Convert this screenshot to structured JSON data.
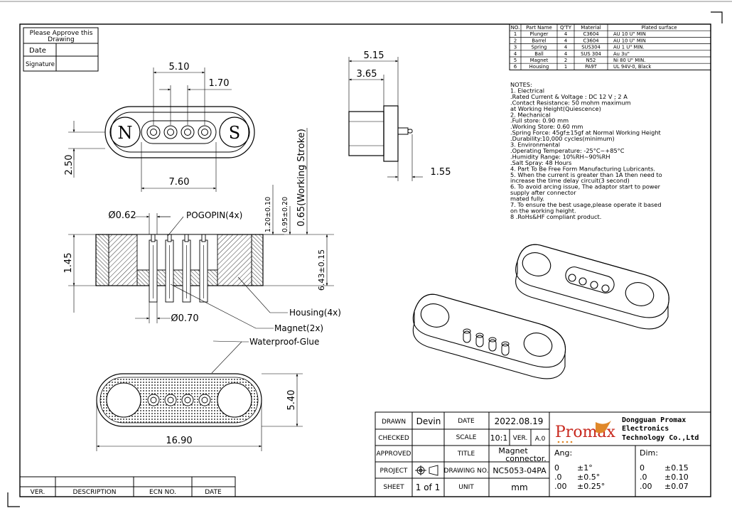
{
  "approve_box": {
    "title": "Please Approve this Drawing",
    "date_label": "Date",
    "signature_label": "Signature"
  },
  "parts_table": {
    "headers": [
      "NO.",
      "Part Name",
      "Q'TY",
      "Material",
      "Plated surface"
    ],
    "rows": [
      [
        "1",
        "Plunger",
        "4",
        "C3604",
        "AU 10 U\" MIN"
      ],
      [
        "2",
        "Barrel",
        "4",
        "C3604",
        "AU 10 U\" MIN"
      ],
      [
        "3",
        "Spring",
        "4",
        "SUS304",
        "AU 1 U\" MIN."
      ],
      [
        "4",
        "Ball",
        "4",
        "SUS 304",
        "Au 3u\""
      ],
      [
        "5",
        "Magnet",
        "2",
        "N52",
        "Ni 80 U\" MIN."
      ],
      [
        "6",
        "Housing",
        "1",
        "PA9T",
        "UL 94V-0, Black"
      ]
    ]
  },
  "notes": [
    "NOTES:",
    "1. Electrical",
    " .Rated Current & Voltage : DC 12 V ; 2 A",
    " .Contact Resistance: 50 mohm maximum",
    "   at Working Height(Quiescence)",
    "2. Mechanical",
    " .Full store: 0.90 mm",
    " .Working Store: 0.60 mm",
    " .Spring Force: 45gf±15gf at Normal Working Height",
    " .Durability:10,000 cycles(minimum)",
    "3. Environmental",
    " .Operating Temperature: -25°C~+85°C",
    " .Humidity Range: 10%RH~90%RH",
    " .Salt Spray: 48 Hours",
    "4. Part To Be Free Form Manufacturing Lubricants.",
    "5. When the current is greater than 1A then need to",
    "   increase the time delay circuit(3 second)",
    "6. To avoid arcing issue, The adaptor start to power",
    "   supply after connector",
    "   mated fully.",
    "7. To ensure the best usage,please operate it based",
    "   on the working height.",
    "8 .RoHs&HF compliant product."
  ],
  "top_view": {
    "dim_pitch": "5.10",
    "dim_pin": "1.70",
    "dim_height": "2.50",
    "dim_width": "7.60",
    "left_magnet": "N",
    "right_magnet": "S"
  },
  "section_view": {
    "dim_dia_top": "Ø0.62",
    "label_pogopin": "POGOPIN(4x)",
    "dim_120": "1.20±0.10",
    "dim_095": "0.95±0.20",
    "dim_065": "0.65(Working Stroke)",
    "dim_145": "1.45",
    "dim_643": "6.43±0.15",
    "dim_dia_bottom": "Ø0.70",
    "label_housing": "Housing(4x)",
    "label_magnet": "Magnet(2x)",
    "label_glue": "Waterproof-Glue"
  },
  "bottom_view": {
    "dim_length": "16.90",
    "dim_height": "5.40"
  },
  "side_view": {
    "dim_515": "5.15",
    "dim_365": "3.65",
    "dim_155": "1.55"
  },
  "revision_table": {
    "headers": [
      "VER.",
      "DESCRIPTION",
      "ECN NO.",
      "DATE"
    ]
  },
  "title_block": {
    "drawn_label": "DRAWN",
    "drawn_value": "Devin",
    "date_label": "DATE",
    "date_value": "2022.08.19",
    "checked_label": "CHECKED",
    "scale_label": "SCALE",
    "scale_value": "10:1",
    "ver_label": "VER.",
    "ver_value": "A.0",
    "approved_label": "APPROVED",
    "title_label": "TITLE",
    "title_line1": "Magnet",
    "title_line2": "connector.",
    "project_label": "PROJECT",
    "drawing_no_label": "DRAWING NO.",
    "drawing_no_value": "NC5053-04PA",
    "sheet_label": "SHEET",
    "sheet_value": "1 of 1",
    "unit_label": "UNIT",
    "unit_value": "mm",
    "logo_text": "Promax",
    "company_line1": "Dongguan Promax",
    "company_line2": "Electronics",
    "company_line3": "Technology Co.,Ltd",
    "ang_label": "Ang:",
    "ang_tol": [
      [
        "0",
        "±1°"
      ],
      [
        ".0",
        "±0.5°"
      ],
      [
        ".00",
        "±0.25°"
      ]
    ],
    "dim_label": "Dim:",
    "dim_tol": [
      [
        "0",
        "±0.15"
      ],
      [
        ".0",
        "±0.10"
      ],
      [
        ".00",
        "±0.07"
      ]
    ]
  },
  "colors": {
    "line": "#000000",
    "logo_text": "#c8281e",
    "logo_accent": "#e0882a"
  }
}
